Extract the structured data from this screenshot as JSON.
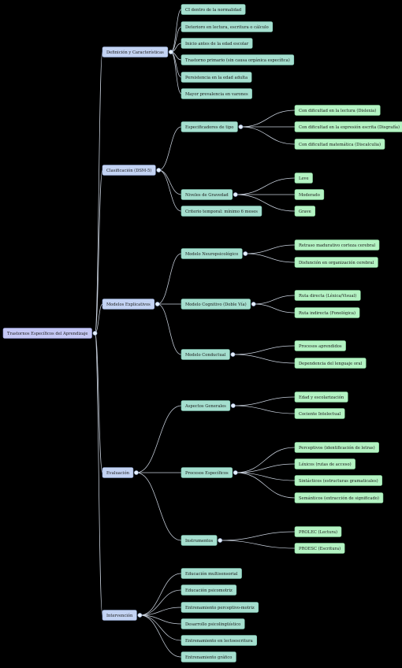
{
  "colors": {
    "background": "#000000",
    "root_fill": "#c5c8f5",
    "root_stroke": "#9aa0e0",
    "level1_fill": "#c3d3f3",
    "level1_stroke": "#93a9d8",
    "level2_fill": "#a5dfcf",
    "level2_stroke": "#7cc6b2",
    "level3_fill": "#b4f3c3",
    "level3_stroke": "#86d89c",
    "link": "#c8d0dc"
  },
  "mindmap": {
    "root": {
      "label": "Trastornos Específicos del Aprendizaje"
    },
    "branches": [
      {
        "label": "Definición y Características",
        "children": [
          {
            "label": "CI dentro de la normalidad"
          },
          {
            "label": "Deterioro en lectura, escritura o cálculo"
          },
          {
            "label": "Inicio antes de la edad escolar"
          },
          {
            "label": "Trastorno primario (sin causa orgánica específica)"
          },
          {
            "label": "Persistencia en la edad adulta"
          },
          {
            "label": "Mayor prevalencia en varones"
          }
        ]
      },
      {
        "label": "Clasificación (DSM-5)",
        "children": [
          {
            "label": "Especificadores de tipo",
            "children": [
              {
                "label": "Con dificultad en la lectura (Dislexia)"
              },
              {
                "label": "Con dificultad en la expresión escrita (Disgrafía)"
              },
              {
                "label": "Con dificultad matemática (Discalculia)"
              }
            ]
          },
          {
            "label": "Niveles de Gravedad",
            "children": [
              {
                "label": "Leve"
              },
              {
                "label": "Moderado"
              },
              {
                "label": "Grave"
              }
            ]
          },
          {
            "label": "Criterio temporal: mínimo 6 meses"
          }
        ]
      },
      {
        "label": "Modelos Explicativos",
        "children": [
          {
            "label": "Modelo Neuropsicológico",
            "children": [
              {
                "label": "Retraso madurativo corteza cerebral"
              },
              {
                "label": "Disfunción en organización cerebral"
              }
            ]
          },
          {
            "label": "Modelo Cognitivo (Doble Vía)",
            "children": [
              {
                "label": "Ruta directa (Léxica/Visual)"
              },
              {
                "label": "Ruta indirecta (Fonológica)"
              }
            ]
          },
          {
            "label": "Modelo Conductual",
            "children": [
              {
                "label": "Procesos aprendidos"
              },
              {
                "label": "Dependencia del lenguaje oral"
              }
            ]
          }
        ]
      },
      {
        "label": "Evaluación",
        "children": [
          {
            "label": "Aspectos Generales",
            "children": [
              {
                "label": "Edad y escolarización"
              },
              {
                "label": "Cociente Intelectual"
              }
            ]
          },
          {
            "label": "Procesos Específicos",
            "children": [
              {
                "label": "Perceptivos (identificación de letras)"
              },
              {
                "label": "Léxicos (rutas de acceso)"
              },
              {
                "label": "Sintácticos (estructuras gramaticales)"
              },
              {
                "label": "Semánticos (extracción de significado)"
              }
            ]
          },
          {
            "label": "Instrumentos",
            "children": [
              {
                "label": "PROLEC (Lectura)"
              },
              {
                "label": "PROESC (Escritura)"
              }
            ]
          }
        ]
      },
      {
        "label": "Intervención",
        "children": [
          {
            "label": "Educación multisensorial"
          },
          {
            "label": "Educación psicomotriz"
          },
          {
            "label": "Entrenamiento perceptivo-motriz"
          },
          {
            "label": "Desarrollo psicolingüístico"
          },
          {
            "label": "Entrenamiento en lectoescritura"
          },
          {
            "label": "Entrenamiento gráfico"
          }
        ]
      }
    ]
  }
}
